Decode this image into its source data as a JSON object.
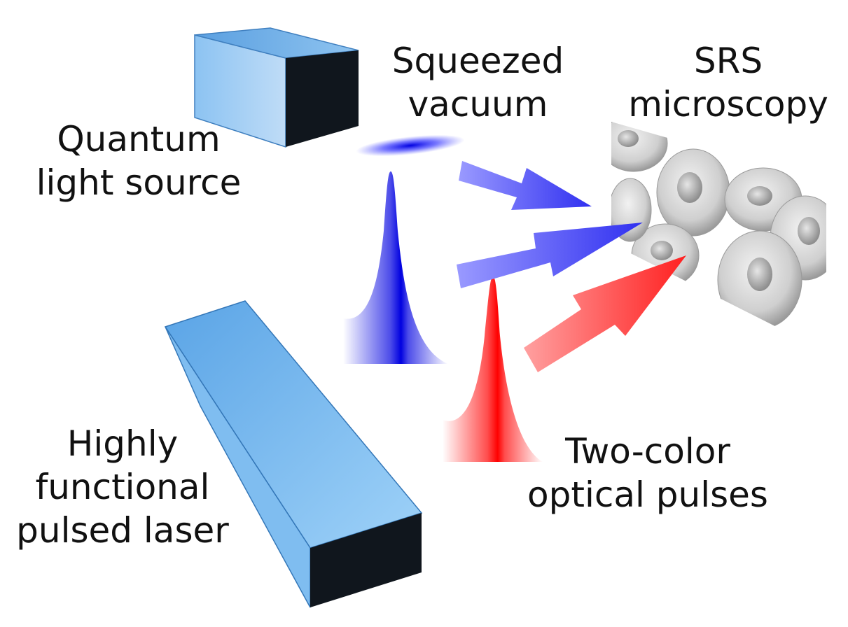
{
  "labels": {
    "quantum_source": [
      "Quantum",
      "light source"
    ],
    "squeezed_vacuum": [
      "Squeezed",
      "vacuum"
    ],
    "srs": [
      "SRS",
      "microscopy"
    ],
    "pulsed_laser": [
      "Highly",
      "functional",
      "pulsed laser"
    ],
    "two_color": [
      "Two-color",
      "optical pulses"
    ]
  },
  "colors": {
    "blue_pulse": "#0000e0",
    "red_pulse": "#ff0000",
    "blue_arrow": "#6c6cff",
    "red_arrow": "#ff6c6c",
    "box_light": "#a9d1f5",
    "box_top": "#7db8ee",
    "box_dark": "#10161d",
    "laser_face": "#6fb2ec"
  },
  "icons": [
    "box-icon",
    "laser-icon",
    "pulse-icon",
    "arrow-icon",
    "cell-icon"
  ]
}
